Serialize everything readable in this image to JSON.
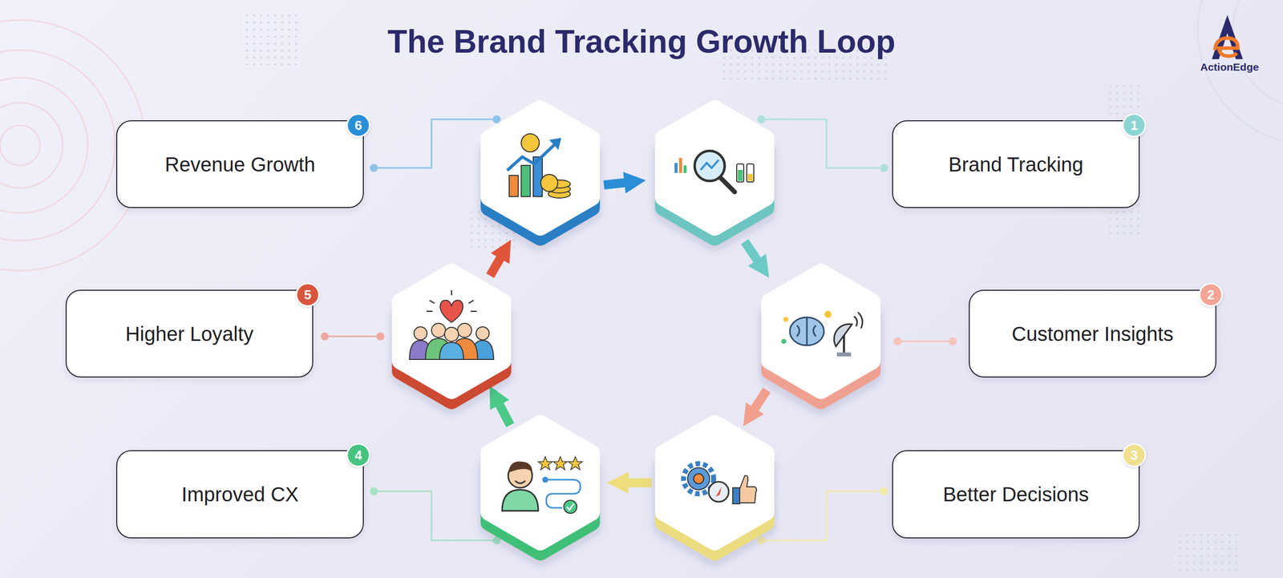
{
  "diagram": {
    "title": "The Brand Tracking Growth Loop",
    "nodes": [
      {
        "text": [
          "Brand Tracking"
        ]
      },
      {
        "text": [
          "Customer Insights"
        ]
      },
      {
        "text": [
          "Better Decisions"
        ]
      },
      {
        "text": [
          "Improved CX"
        ]
      },
      {
        "text": [
          "Higher Loyalty"
        ]
      },
      {
        "text": [
          "Revenue Growth"
        ]
      }
    ],
    "labels": [
      "1",
      "2",
      "3",
      "4",
      "5",
      "6",
      "ActionEdge"
    ]
  }
}
